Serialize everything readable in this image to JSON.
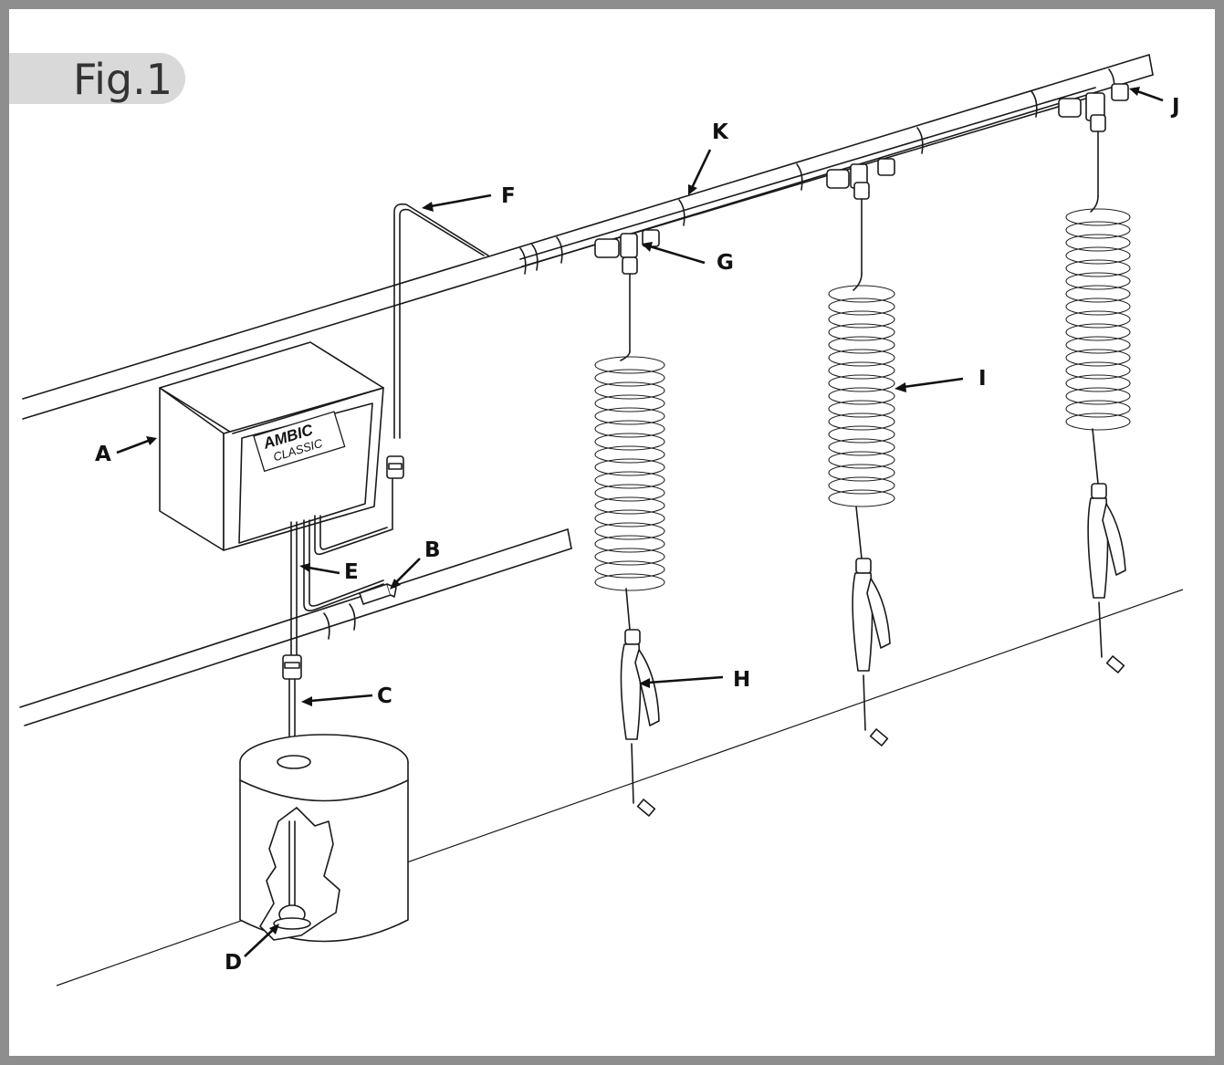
{
  "figure": {
    "tab_label": "Fig.1",
    "logo": {
      "brand": "AMBIC",
      "model": "CLASSIC"
    },
    "callouts": [
      "A",
      "B",
      "C",
      "D",
      "E",
      "F",
      "G",
      "H",
      "I",
      "J",
      "K"
    ]
  },
  "colors": {
    "frame_border": "#8e8e8e",
    "tab_fill": "#d9d9d9",
    "line": "#1a1a1a"
  }
}
